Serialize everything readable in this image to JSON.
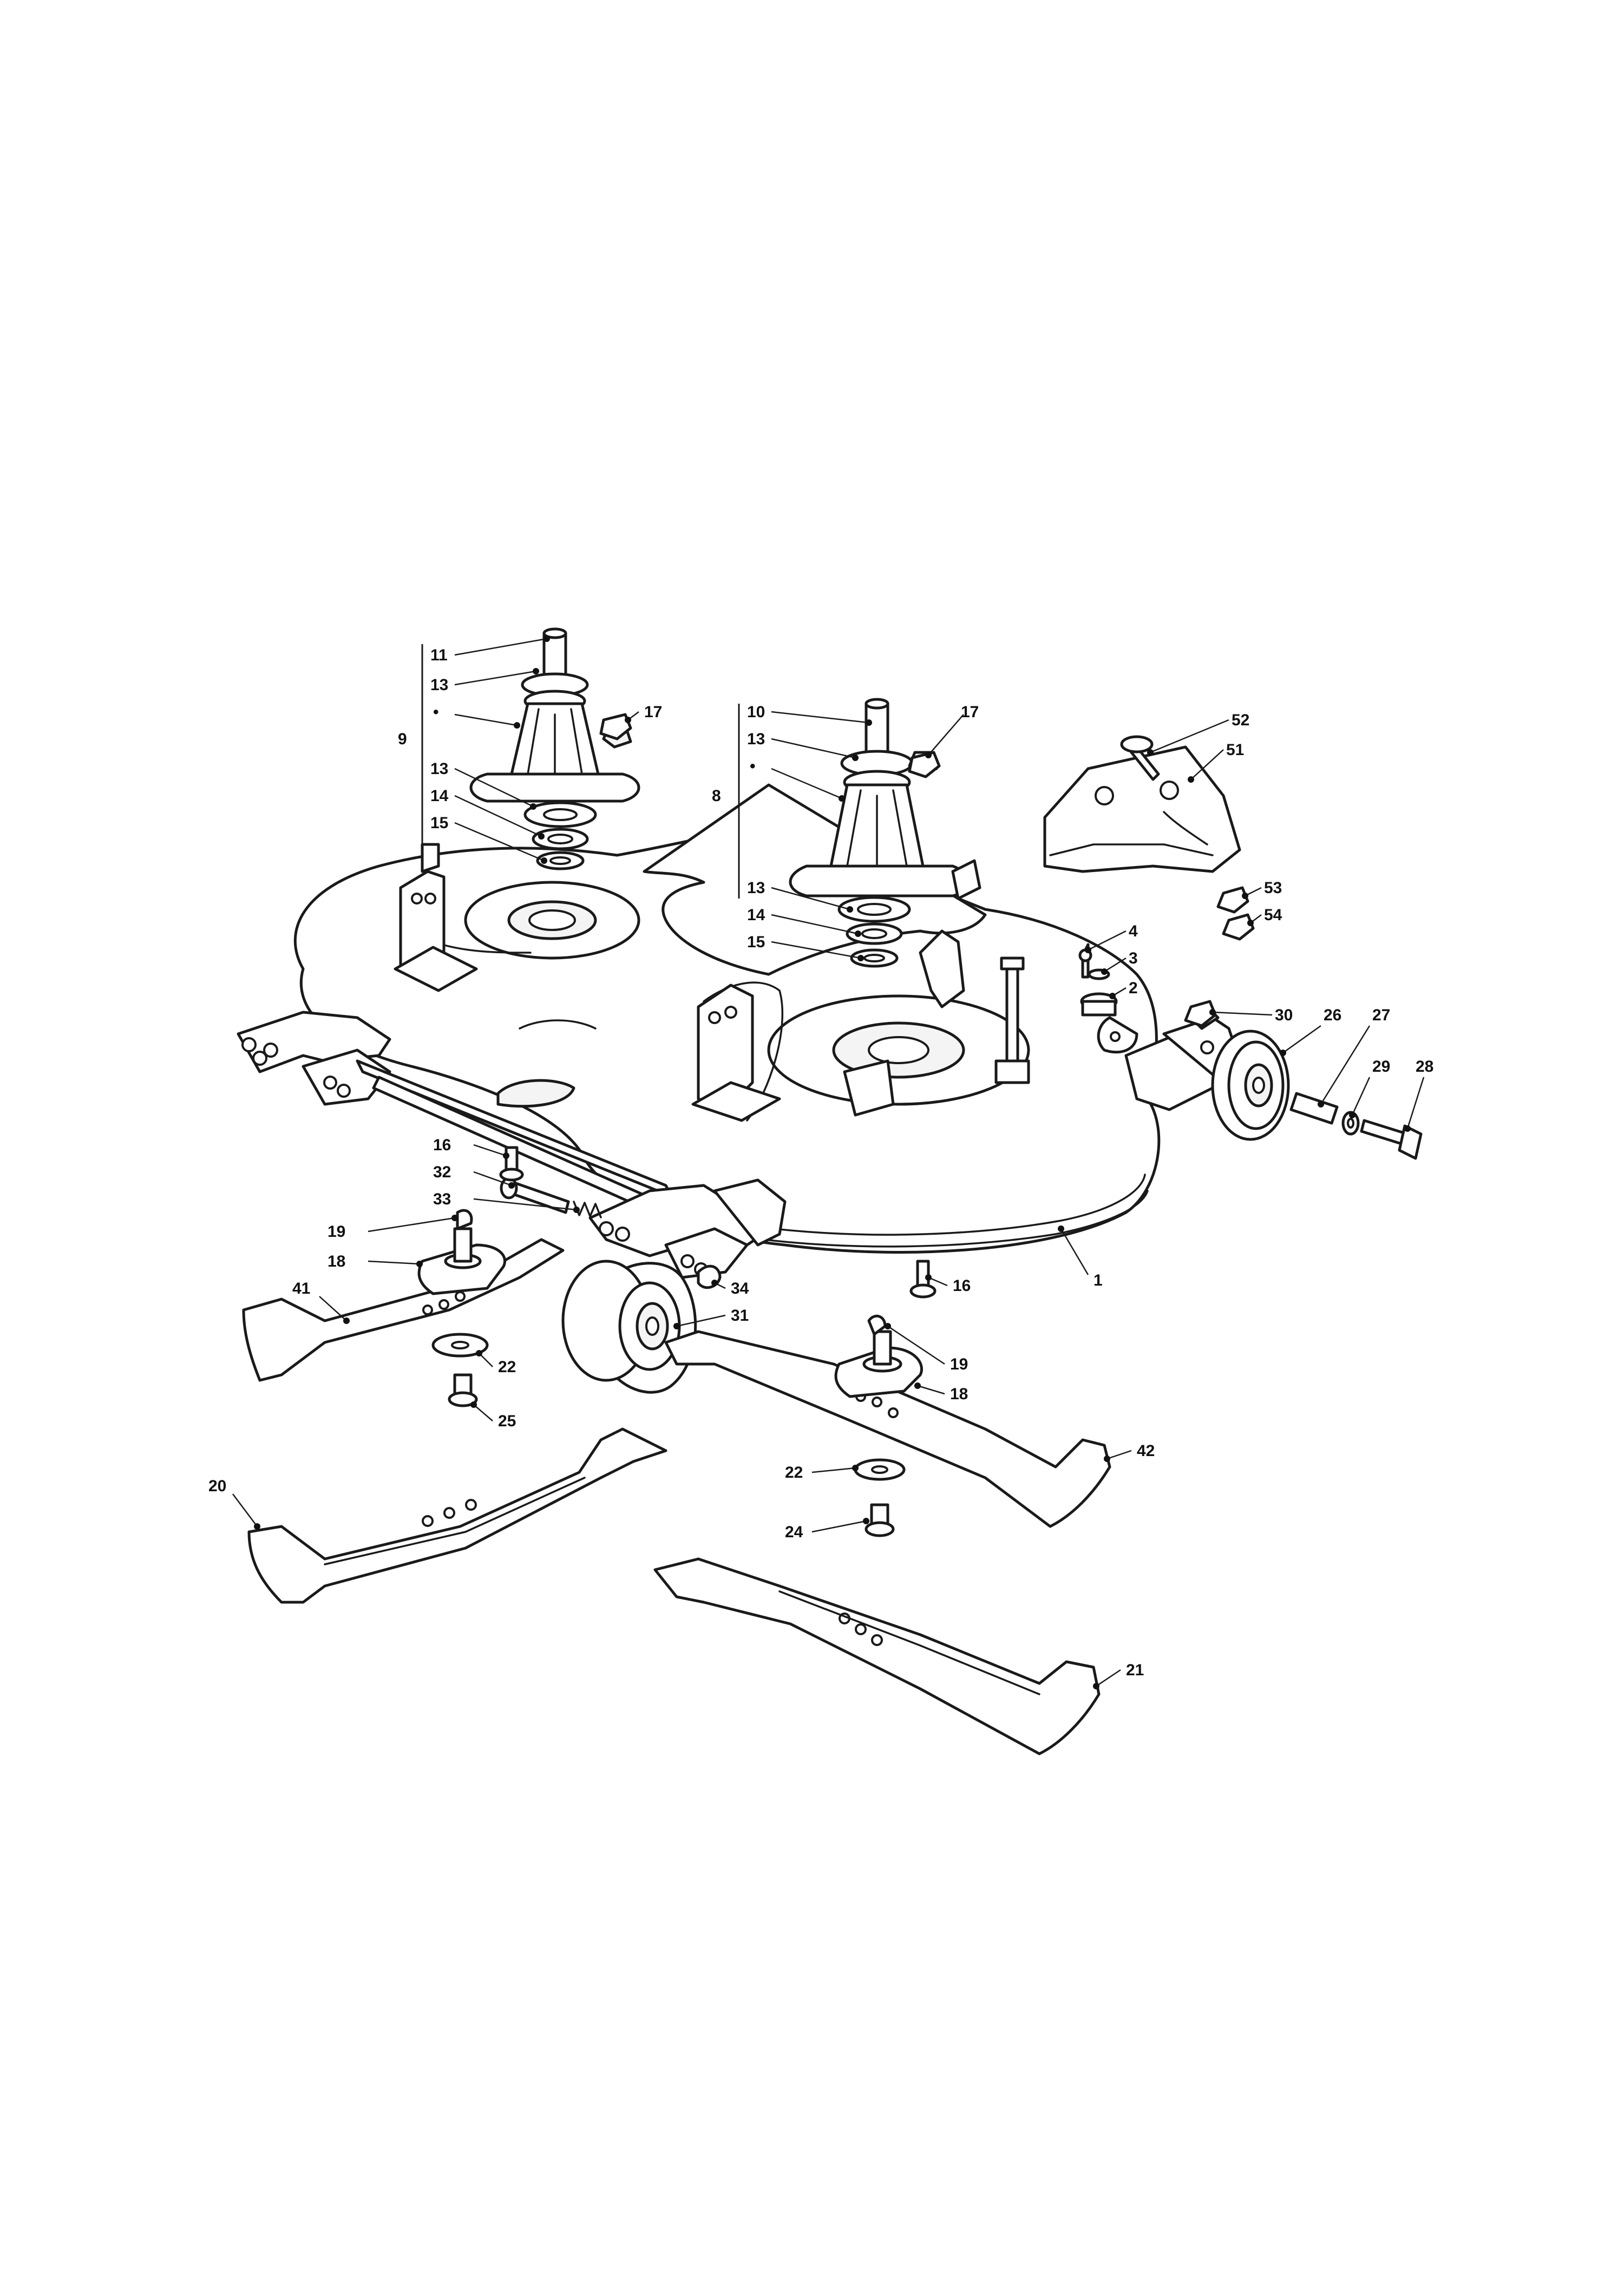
{
  "callouts": {
    "c1": "1",
    "c2": "2",
    "c3": "3",
    "c4": "4",
    "c8": "8",
    "c9": "9",
    "c10": "10",
    "c11": "11",
    "c13_a": "13",
    "c13_b": "13",
    "c13_c": "13",
    "c13_d": "13",
    "c14_a": "14",
    "c14_b": "14",
    "c15_a": "15",
    "c15_b": "15",
    "c16_a": "16",
    "c16_b": "16",
    "c17_a": "17",
    "c17_b": "17",
    "c18_a": "18",
    "c18_b": "18",
    "c19_a": "19",
    "c19_b": "19",
    "c20": "20",
    "c21": "21",
    "c22_a": "22",
    "c22_b": "22",
    "c24": "24",
    "c25": "25",
    "c26": "26",
    "c27": "27",
    "c28": "28",
    "c29": "29",
    "c30": "30",
    "c31": "31",
    "c32": "32",
    "c33": "33",
    "c34": "34",
    "c41": "41",
    "c42": "42",
    "c51": "51",
    "c52": "52",
    "c53": "53",
    "c54": "54",
    "bullet_a": "•",
    "bullet_b": "•"
  },
  "colors": {
    "line": "#1a1a1a",
    "background": "#ffffff"
  }
}
